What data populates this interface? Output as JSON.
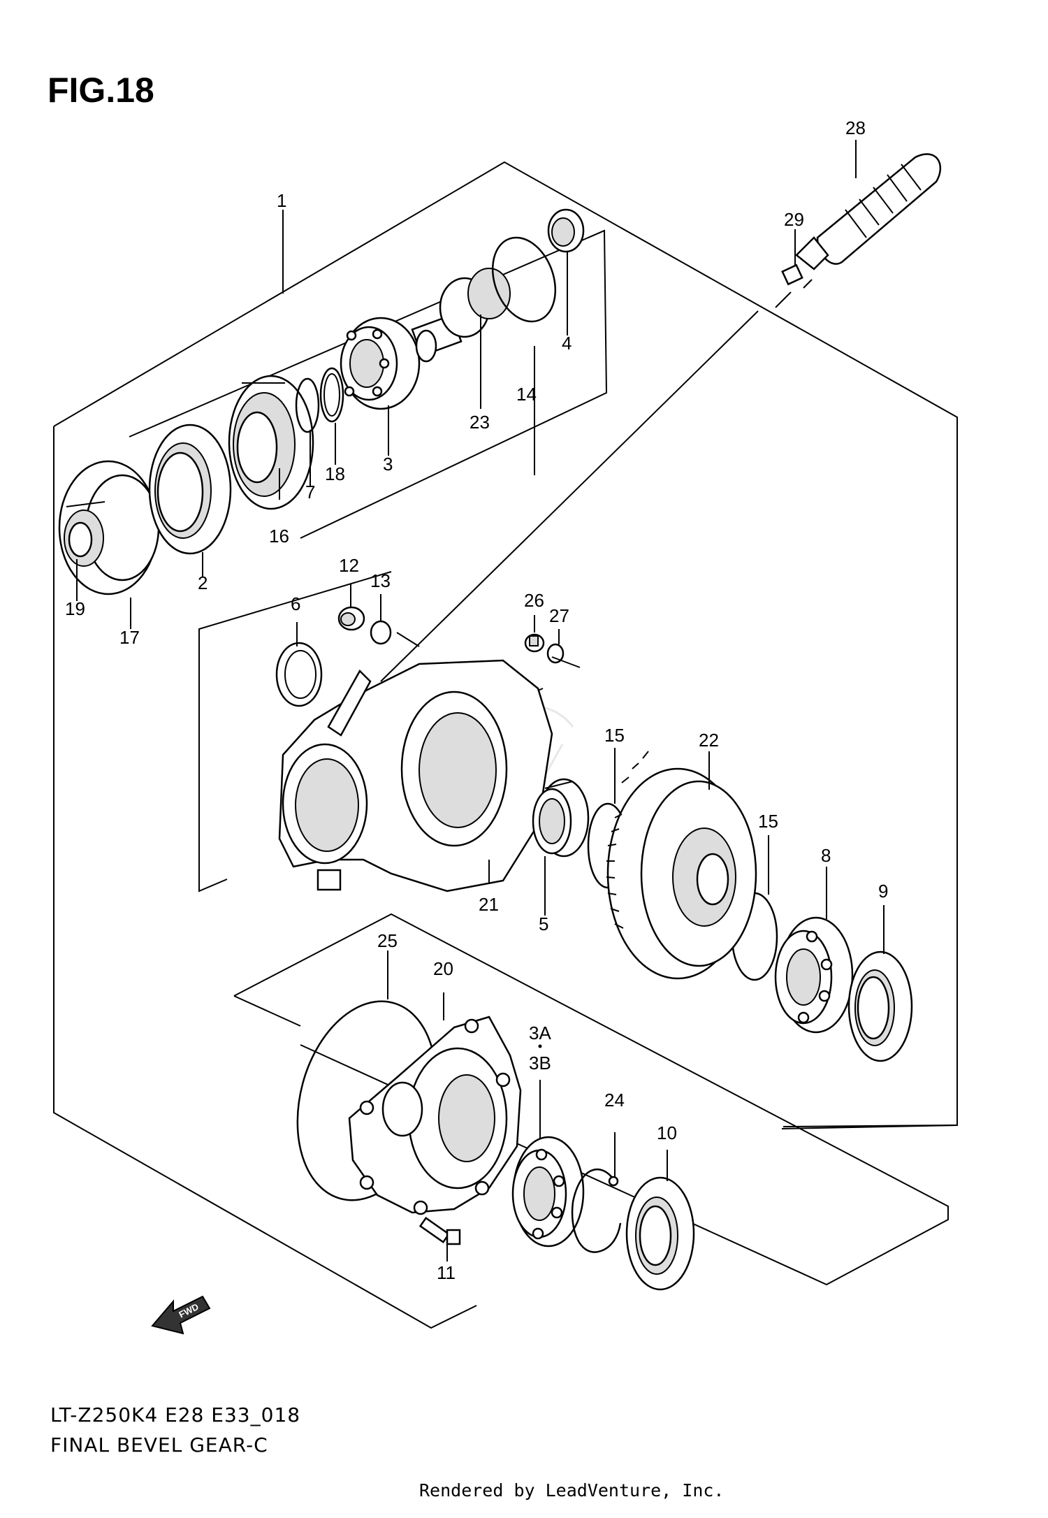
{
  "figure": {
    "title": "FIG.18",
    "model_code": "LT-Z250K4 E28 E33_018",
    "part_title": "FINAL BEVEL GEAR-C",
    "footer": "Rendered by LeadVenture, Inc.",
    "direction_arrow": "FWD"
  },
  "callouts": {
    "c1": "1",
    "c2": "2",
    "c3": "3",
    "c4": "4",
    "c5": "5",
    "c6": "6",
    "c7": "7",
    "c8": "8",
    "c9": "9",
    "c10": "10",
    "c11": "11",
    "c12": "12",
    "c13": "13",
    "c14": "14",
    "c15a": "15",
    "c15b": "15",
    "c16": "16",
    "c17": "17",
    "c18": "18",
    "c19": "19",
    "c20": "20",
    "c21": "21",
    "c22": "22",
    "c23": "23",
    "c24": "24",
    "c25": "25",
    "c26": "26",
    "c27": "27",
    "c28": "28",
    "c29": "29",
    "c3a": "3A",
    "c3b": "3B"
  }
}
